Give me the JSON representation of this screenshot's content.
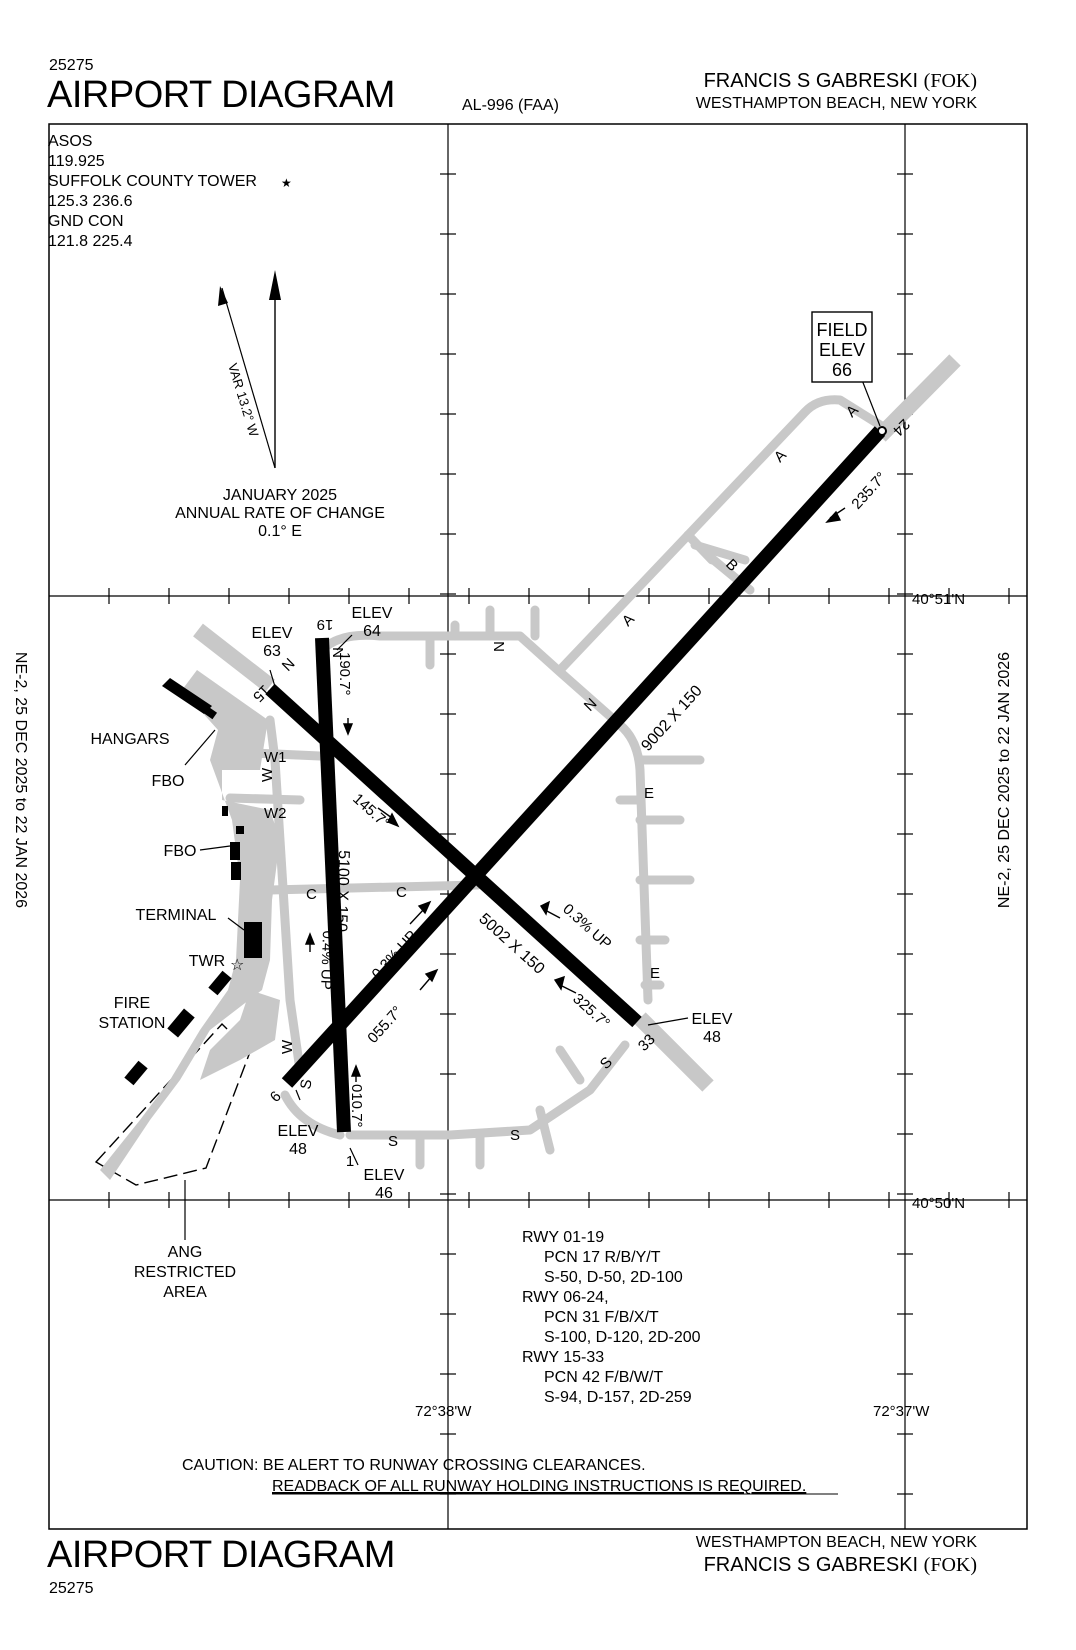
{
  "header": {
    "procedure_number": "25275",
    "title": "AIRPORT DIAGRAM",
    "doc_id": "AL-996 (FAA)",
    "airport_name": "FRANCIS S GABRESKI",
    "airport_id": "(FOK)",
    "location": "WESTHAMPTON BEACH, NEW YORK"
  },
  "footer": {
    "title": "AIRPORT DIAGRAM",
    "procedure_number": "25275",
    "location": "WESTHAMPTON BEACH, NEW YORK",
    "airport_name": "FRANCIS S GABRESKI",
    "airport_id": "(FOK)"
  },
  "side_dates": {
    "left": "NE-2,  25 DEC 2025  to  22 JAN 2026",
    "right": "NE-2,  25 DEC 2025  to  22 JAN 2026"
  },
  "frequencies": [
    "ASOS",
    "119.925",
    "SUFFOLK COUNTY TOWER",
    "125.3 236.6",
    "GND CON",
    "121.8 225.4"
  ],
  "magnetic": {
    "variation": "VAR 13.2° W",
    "date": "JANUARY 2025",
    "rate_label": "ANNUAL RATE OF CHANGE",
    "rate": "0.1° E"
  },
  "field_elev": {
    "label1": "FIELD",
    "label2": "ELEV",
    "value": "66"
  },
  "lat_lon": {
    "lat_north": "40°51'N",
    "lat_south": "40°50'N",
    "lon_west": "72°38'W",
    "lon_east": "72°37'W"
  },
  "runways": {
    "r01": "1",
    "r19": "19",
    "r06": "6",
    "r24": "24",
    "r15": "15",
    "r33": "33",
    "dim_01_19": "5100 X 150",
    "dim_06_24": "9002 X 150",
    "dim_15_33": "5002 X 150",
    "hdg_190": "190.7°",
    "hdg_010": "010.7°",
    "hdg_055": "055.7°",
    "hdg_235": "235.7°",
    "hdg_145": "145.7°",
    "hdg_325": "325.7°",
    "slope_01": "0.4% UP",
    "slope_06": "0.3% UP",
    "slope_15": "0.3% UP"
  },
  "elevations": {
    "elev_label": "ELEV",
    "e15": "63",
    "e19": "64",
    "e33": "48",
    "e06": "48",
    "e01": "46"
  },
  "taxiways": [
    "A",
    "B",
    "C",
    "E",
    "S",
    "W",
    "W1",
    "W2"
  ],
  "facilities": {
    "hangars": "HANGARS",
    "fbo1": "FBO",
    "fbo2": "FBO",
    "terminal": "TERMINAL",
    "twr": "TWR",
    "fire1": "FIRE",
    "fire2": "STATION",
    "ang1": "ANG",
    "ang2": "RESTRICTED",
    "ang3": "AREA"
  },
  "pcn": [
    "RWY 01-19",
    "PCN 17 R/B/Y/T",
    "S-50, D-50, 2D-100",
    "RWY 06-24,",
    "PCN 31 F/B/X/T",
    "S-100, D-120, 2D-200",
    "RWY 15-33",
    "PCN 42 F/B/W/T",
    "S-94, D-157, 2D-259"
  ],
  "caution": {
    "line1": "CAUTION:  BE ALERT TO RUNWAY CROSSING CLEARANCES.",
    "line2": "READBACK OF ALL RUNWAY HOLDING INSTRUCTIONS IS REQUIRED."
  }
}
